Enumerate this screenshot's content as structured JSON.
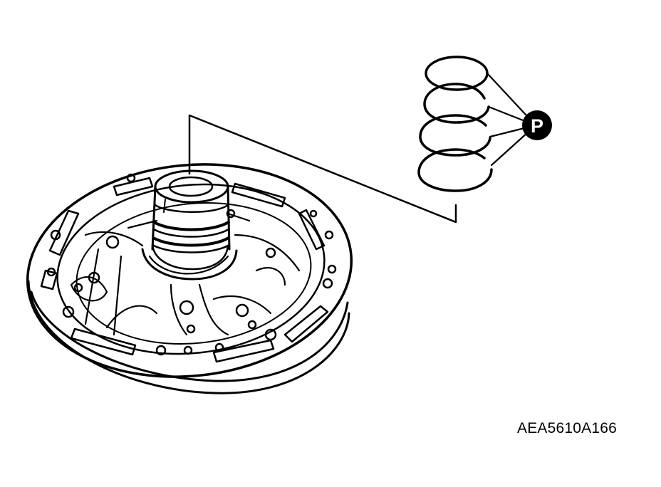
{
  "diagram": {
    "figure_code": "AEA5610A166",
    "badge_letter": "P",
    "seal_ring_count": 4,
    "ink_color": "#000000",
    "paper_color": "#ffffff",
    "icons": [
      "oil-pump-body",
      "seal-ring",
      "lubricant-p-badge",
      "leader-line"
    ]
  }
}
